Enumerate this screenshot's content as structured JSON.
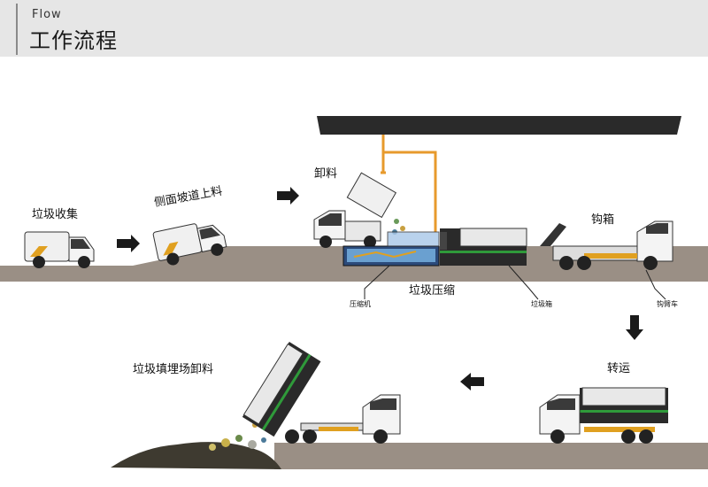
{
  "header": {
    "subtitle": "Flow",
    "title": "工作流程"
  },
  "steps": {
    "collect": "垃圾收集",
    "ramp": "侧面坡道上料",
    "unload": "卸料",
    "compress": "垃圾压缩",
    "hook": "钩箱",
    "transfer": "转运",
    "landfill": "垃圾填埋场卸料"
  },
  "parts": {
    "compressor": "压缩机",
    "bin": "垃圾箱",
    "hook_truck": "钩臂车"
  },
  "colors": {
    "ground": "#9a8f85",
    "roof": "#2a2a2a",
    "pipe": "#e79a2c",
    "accent_green": "#2f9a3a",
    "arrow": "#1a1a1a"
  }
}
